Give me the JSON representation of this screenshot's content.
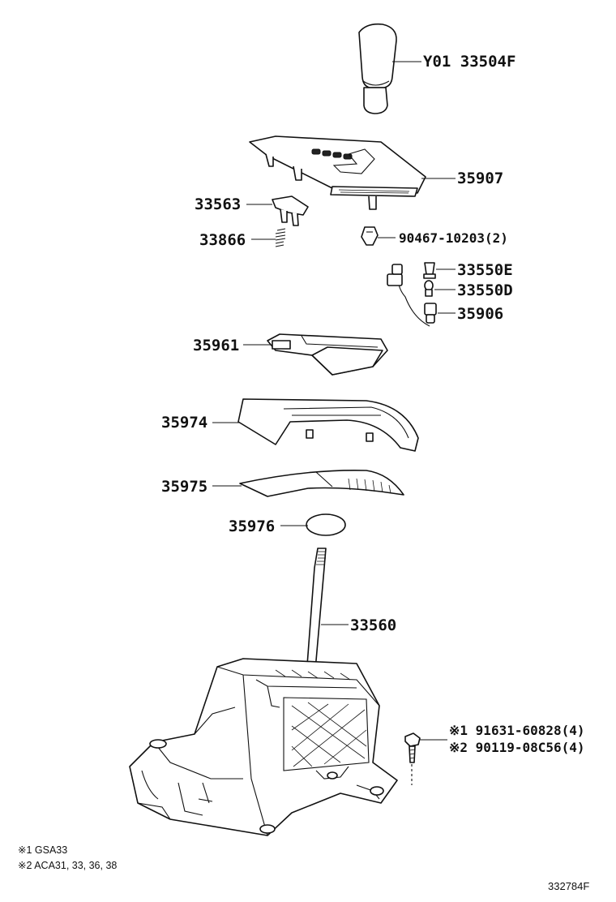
{
  "parts": {
    "knob": "Y01 33504F",
    "cover": "35907",
    "clip_a": "33563",
    "spring": "33866",
    "clip_b": "90467-10203(2)",
    "bulb_e": "33550E",
    "bulb_d": "33550D",
    "wire": "35906",
    "housing": "35961",
    "plate": "35974",
    "slide": "35975",
    "seal": "35976",
    "lever": "33560",
    "bolt_1": "※1  91631-60828(4)",
    "bolt_2": "※2  90119-08C56(4)"
  },
  "notes": {
    "n1": "※1 GSA33",
    "n2": "※2 ACA31, 33, 36, 38"
  },
  "ref_code": "332784F"
}
